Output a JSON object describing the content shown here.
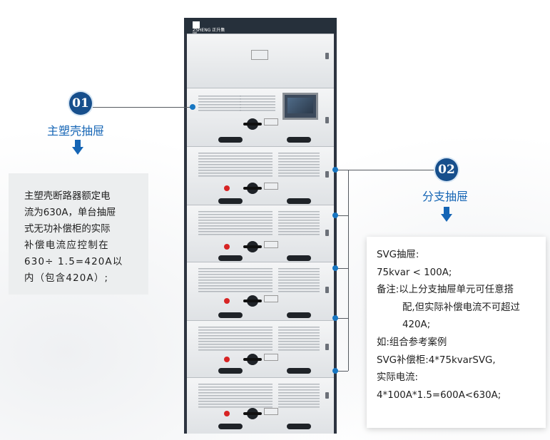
{
  "cabinet": {
    "logo_text": "ZSHENG 正升集团"
  },
  "callout1": {
    "number": "01",
    "title": "主塑壳抽屉",
    "description_lines": [
      "主塑壳断路器额定电",
      "流为630A，单台抽屉",
      "式无功补偿柜的实际",
      "补偿电流应控制在",
      "630÷ 1.5=420A以",
      "内（包含420A）;"
    ]
  },
  "callout2": {
    "number": "02",
    "title": "分支抽屉",
    "description_lines": [
      "SVG抽屉:",
      "75kvar < 100A;",
      "备注:以上分支抽屉单元可任意搭",
      "配,但实际补偿电流不可超过",
      "420A;",
      "如:组合参考案例",
      "SVG补偿柜:4*75kvarSVG,",
      "实际电流:",
      "4*100A*1.5=600A<630A;"
    ]
  },
  "colors": {
    "accent_blue": "#1565b5",
    "badge_blue": "#174f8c",
    "button_red": "#d72424",
    "cabinet_frame": "#2d3440"
  },
  "icons": [
    "down-arrow-icon",
    "down-arrow-icon"
  ]
}
